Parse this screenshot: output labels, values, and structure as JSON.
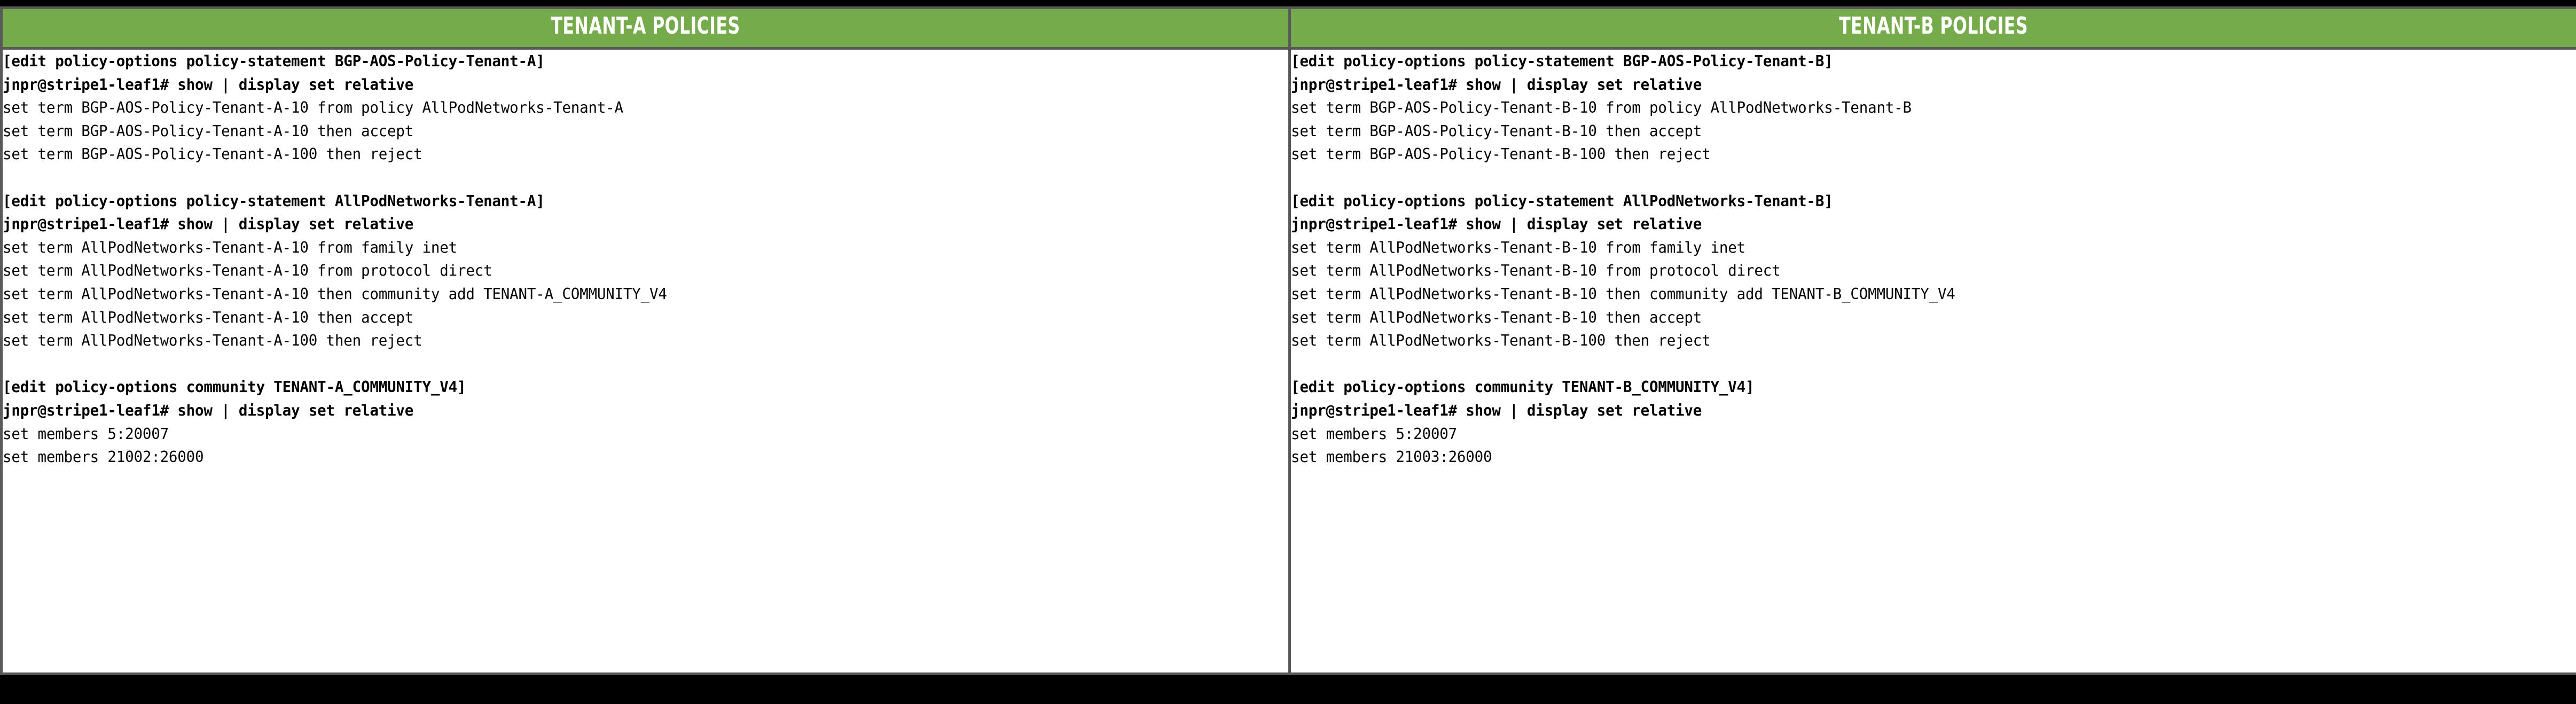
{
  "slide": {
    "background_color": "#000000",
    "border_color": "#595959",
    "header_background": "#76AB4B",
    "header_text_color": "#FFFFFF",
    "body_background": "#FFFFFF",
    "body_text_color": "#000000"
  },
  "columns": [
    {
      "id": "tenant-a",
      "header": "TENANT-A POLICIES",
      "lines": [
        {
          "text": "[edit policy-options policy-statement BGP-AOS-Policy-Tenant-A]",
          "bold": true
        },
        {
          "text": "jnpr@stripe1-leaf1# show | display set relative",
          "bold": true
        },
        {
          "text": "set term BGP-AOS-Policy-Tenant-A-10 from policy AllPodNetworks-Tenant-A",
          "bold": false
        },
        {
          "text": "set term BGP-AOS-Policy-Tenant-A-10 then accept",
          "bold": false
        },
        {
          "text": "set term BGP-AOS-Policy-Tenant-A-100 then reject",
          "bold": false
        },
        {
          "text": "",
          "bold": false
        },
        {
          "text": "[edit policy-options policy-statement AllPodNetworks-Tenant-A]",
          "bold": true
        },
        {
          "text": "jnpr@stripe1-leaf1# show | display set relative",
          "bold": true
        },
        {
          "text": "set term AllPodNetworks-Tenant-A-10 from family inet",
          "bold": false
        },
        {
          "text": "set term AllPodNetworks-Tenant-A-10 from protocol direct",
          "bold": false
        },
        {
          "text": "set term AllPodNetworks-Tenant-A-10 then community add TENANT-A_COMMUNITY_V4",
          "bold": false
        },
        {
          "text": "set term AllPodNetworks-Tenant-A-10 then accept",
          "bold": false
        },
        {
          "text": "set term AllPodNetworks-Tenant-A-100 then reject",
          "bold": false
        },
        {
          "text": "",
          "bold": false
        },
        {
          "text": "[edit policy-options community TENANT-A_COMMUNITY_V4]",
          "bold": true
        },
        {
          "text": "jnpr@stripe1-leaf1# show | display set relative",
          "bold": true
        },
        {
          "text": "set members 5:20007",
          "bold": false
        },
        {
          "text": "set members 21002:26000",
          "bold": false
        }
      ]
    },
    {
      "id": "tenant-b",
      "header": "TENANT-B POLICIES",
      "lines": [
        {
          "text": "[edit policy-options policy-statement BGP-AOS-Policy-Tenant-B]",
          "bold": true
        },
        {
          "text": "jnpr@stripe1-leaf1# show | display set relative",
          "bold": true
        },
        {
          "text": "set term BGP-AOS-Policy-Tenant-B-10 from policy AllPodNetworks-Tenant-B",
          "bold": false
        },
        {
          "text": "set term BGP-AOS-Policy-Tenant-B-10 then accept",
          "bold": false
        },
        {
          "text": "set term BGP-AOS-Policy-Tenant-B-100 then reject",
          "bold": false
        },
        {
          "text": "",
          "bold": false
        },
        {
          "text": "[edit policy-options policy-statement AllPodNetworks-Tenant-B]",
          "bold": true
        },
        {
          "text": "jnpr@stripe1-leaf1# show | display set relative",
          "bold": true
        },
        {
          "text": "set term AllPodNetworks-Tenant-B-10 from family inet",
          "bold": false
        },
        {
          "text": "set term AllPodNetworks-Tenant-B-10 from protocol direct",
          "bold": false
        },
        {
          "text": "set term AllPodNetworks-Tenant-B-10 then community add TENANT-B_COMMUNITY_V4",
          "bold": false
        },
        {
          "text": "set term AllPodNetworks-Tenant-B-10 then accept",
          "bold": false
        },
        {
          "text": "set term AllPodNetworks-Tenant-B-100 then reject",
          "bold": false
        },
        {
          "text": "",
          "bold": false
        },
        {
          "text": "[edit policy-options community TENANT-B_COMMUNITY_V4]",
          "bold": true
        },
        {
          "text": "jnpr@stripe1-leaf1# show | display set relative",
          "bold": true
        },
        {
          "text": "set members 5:20007",
          "bold": false
        },
        {
          "text": "set members 21003:26000",
          "bold": false
        }
      ]
    }
  ]
}
